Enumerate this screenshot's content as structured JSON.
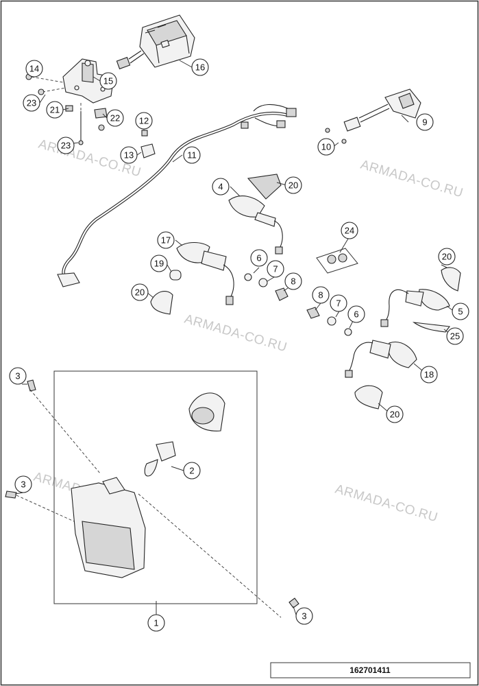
{
  "drawing_number": "162701411",
  "watermark": "ARMADA-CO.RU",
  "callouts": {
    "c1": "1",
    "c2": "2",
    "c3a": "3",
    "c3b": "3",
    "c3c": "3",
    "c4": "4",
    "c5": "5",
    "c6a": "6",
    "c6b": "6",
    "c7a": "7",
    "c7b": "7",
    "c8a": "8",
    "c8b": "8",
    "c9": "9",
    "c10": "10",
    "c11": "11",
    "c12": "12",
    "c13": "13",
    "c14": "14",
    "c15": "15",
    "c16": "16",
    "c17": "17",
    "c18": "18",
    "c19": "19",
    "c20a": "20",
    "c20b": "20",
    "c20c": "20",
    "c20d": "20",
    "c21": "21",
    "c22": "22",
    "c23a": "23",
    "c23b": "23",
    "c24": "24",
    "c25": "25"
  }
}
